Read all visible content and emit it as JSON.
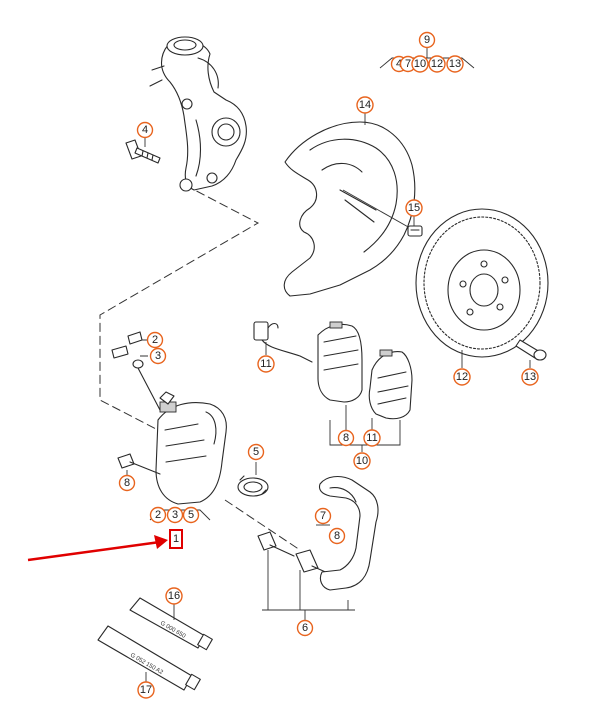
{
  "callouts": {
    "c1_sensor": "1",
    "c2_top": "2",
    "c3_top": "3",
    "c4": "4",
    "c5_seal": "5",
    "c6": "6",
    "c7": "7",
    "c8_bolt": "8",
    "c8_bracket": "8",
    "c8_pads": "8",
    "c9": "9",
    "c10": "10",
    "c11_pads": "11",
    "c11_sensor": "11",
    "c12": "12",
    "c13": "13",
    "c14": "14",
    "c15": "15",
    "c16": "16",
    "c17": "17",
    "g9_4": "4",
    "g9_7": "7",
    "g9_10": "10",
    "g9_12": "12",
    "g9_13": "13",
    "g_caliper_2": "2",
    "g_caliper_3": "3",
    "g_caliper_5": "5",
    "selected_item": "1"
  },
  "tubes": {
    "tube16_label": "G 000 650",
    "tube17_label": "G 052 150 A2"
  },
  "colors": {
    "callout_ring": "#e8641e",
    "selection_box": "#e00000",
    "pointer_arrow": "#e00000"
  }
}
